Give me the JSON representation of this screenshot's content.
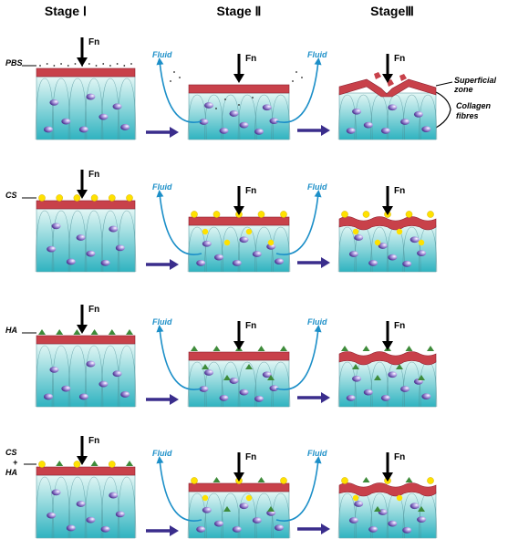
{
  "stages": [
    "Stage Ⅰ",
    "Stage Ⅱ",
    "StageⅢ"
  ],
  "force_label": "Fn",
  "fluid_label": "Fluid",
  "annotations": {
    "superficial_zone": [
      "Superficial",
      "zone"
    ],
    "collagen_fibres": [
      "Collagen",
      "fibres"
    ]
  },
  "rows": [
    {
      "label": [
        "PBS"
      ],
      "lubricant": "PBS"
    },
    {
      "label": [
        "CS"
      ],
      "lubricant": "CS"
    },
    {
      "label": [
        "HA"
      ],
      "lubricant": "HA"
    },
    {
      "label": [
        "CS",
        "+",
        "HA"
      ],
      "lubricant": "CS+HA"
    }
  ],
  "colors": {
    "superficial": "#c8414a",
    "cartilage_top": "#dff5f3",
    "cartilage_bottom": "#2fb3c0",
    "cell": "#5a3f9b",
    "cs_particle": "#ffe100",
    "ha_particle": "#3e8b3a",
    "fluid_arrow": "#1c8fc8",
    "progress_arrow": "#3a2d8c"
  }
}
